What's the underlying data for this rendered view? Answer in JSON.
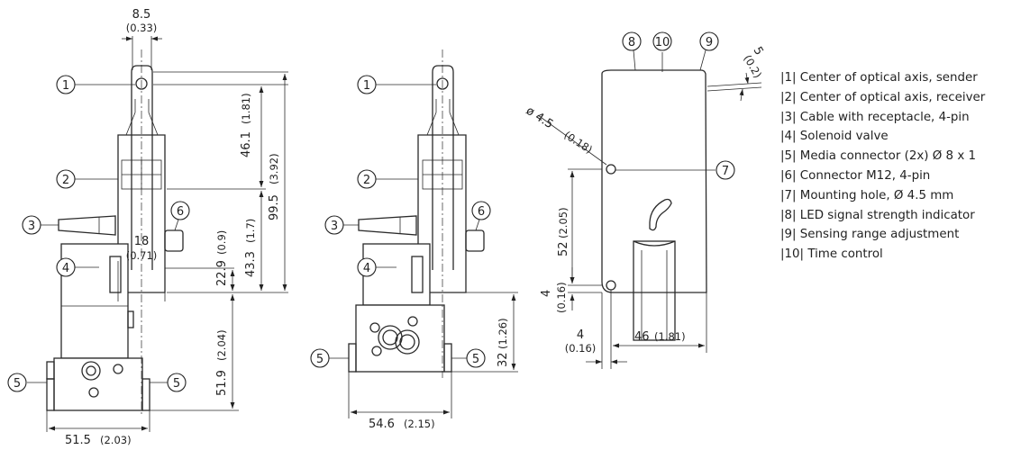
{
  "dimensions": {
    "width_top": "8.5",
    "width_top_in": "(0.33)",
    "h_46_1": "46.1",
    "h_46_1_in": "(1.81)",
    "h_99_5": "99.5",
    "h_99_5_in": "(3.92)",
    "h_43_3": "43.3",
    "h_43_3_in": "(1.7)",
    "w_18": "18",
    "w_18_in": "(0.71)",
    "h_22_9": "22.9",
    "h_22_9_in": "(0.9)",
    "h_51_9": "51.9",
    "h_51_9_in": "(2.04)",
    "w_51_5": "51.5",
    "w_51_5_in": "(2.03)",
    "h_32": "32",
    "h_32_in": "(1.26)",
    "w_54_6": "54.6",
    "w_54_6_in": "(2.15)",
    "hole_dia": "ø 4.5",
    "hole_dia_in": "(0.18)",
    "angle_5": "5",
    "angle_5_in": "(0.2)",
    "h_52": "52",
    "h_52_in": "(2.05)",
    "h_4": "4",
    "h_4_in": "(0.16)",
    "w_4": "4",
    "w_4_in": "(0.16)",
    "w_46": "46",
    "w_46_in": "(1.81)"
  },
  "callouts": [
    "1",
    "2",
    "3",
    "4",
    "5",
    "6",
    "7",
    "8",
    "9",
    "10"
  ],
  "legend": [
    "|1| Center of optical axis, sender",
    "|2| Center of optical axis, receiver",
    "|3| Cable with receptacle, 4-pin",
    "|4| Solenoid valve",
    "|5| Media connector (2x) Ø 8 x 1",
    "|6| Connector M12, 4-pin",
    "|7| Mounting hole, Ø 4.5 mm",
    "|8| LED signal strength indicator",
    "|9| Sensing range adjustment",
    "|10| Time control"
  ]
}
